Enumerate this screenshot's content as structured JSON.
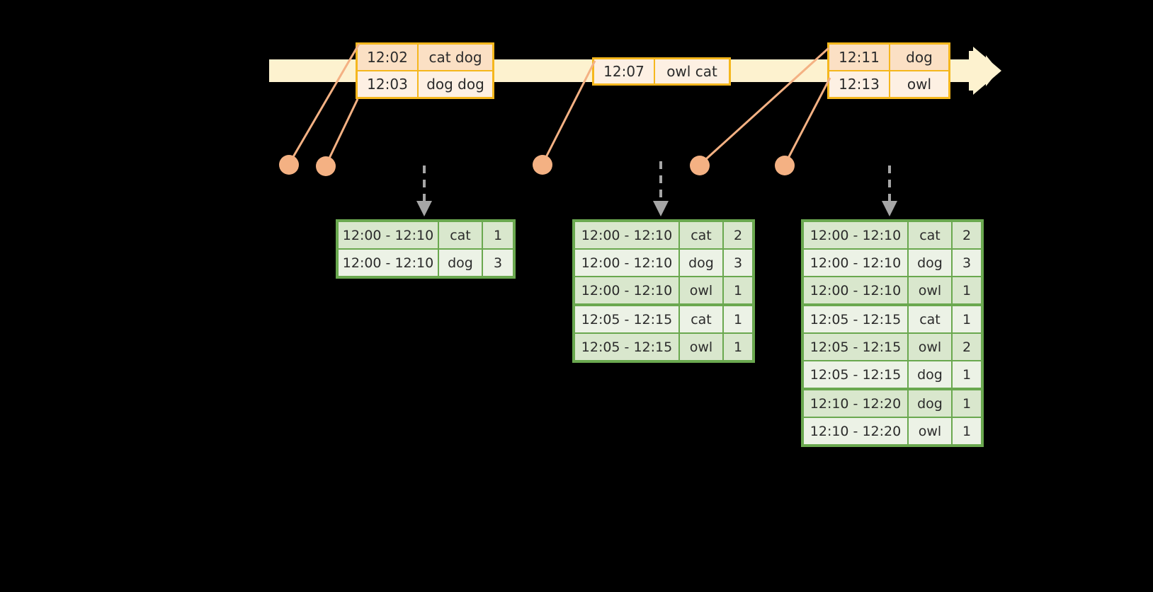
{
  "timeline": {
    "label": "event-stream-timeline",
    "bar_color": "#fdf2cf",
    "border_color": "#f5b71d",
    "arrow_icon": "right-arrow-icon"
  },
  "events": [
    {
      "name": "event-box-1",
      "rows": [
        {
          "time": "12:02",
          "words": "cat dog"
        },
        {
          "time": "12:03",
          "words": "dog dog"
        }
      ]
    },
    {
      "name": "event-box-2",
      "rows": [
        {
          "time": "12:07",
          "words": "owl cat"
        }
      ]
    },
    {
      "name": "event-box-3",
      "rows": [
        {
          "time": "12:11",
          "words": "dog"
        },
        {
          "time": "12:13",
          "words": "owl"
        }
      ]
    }
  ],
  "tables": [
    {
      "name": "result-table-1",
      "rows": [
        {
          "window": "12:00 - 12:10",
          "word": "cat",
          "count": "1"
        },
        {
          "window": "12:00 - 12:10",
          "word": "dog",
          "count": "3"
        }
      ]
    },
    {
      "name": "result-table-2",
      "rows": [
        {
          "window": "12:00 - 12:10",
          "word": "cat",
          "count": "2"
        },
        {
          "window": "12:00 - 12:10",
          "word": "dog",
          "count": "3"
        },
        {
          "window": "12:00 - 12:10",
          "word": "owl",
          "count": "1"
        },
        {
          "window": "12:05 - 12:15",
          "word": "cat",
          "count": "1"
        },
        {
          "window": "12:05 - 12:15",
          "word": "owl",
          "count": "1"
        }
      ]
    },
    {
      "name": "result-table-3",
      "rows": [
        {
          "window": "12:00 - 12:10",
          "word": "cat",
          "count": "2"
        },
        {
          "window": "12:00 - 12:10",
          "word": "dog",
          "count": "3"
        },
        {
          "window": "12:00 - 12:10",
          "word": "owl",
          "count": "1"
        },
        {
          "window": "12:05 - 12:15",
          "word": "cat",
          "count": "1"
        },
        {
          "window": "12:05 - 12:15",
          "word": "owl",
          "count": "2"
        },
        {
          "window": "12:05 - 12:15",
          "word": "dog",
          "count": "1"
        },
        {
          "window": "12:10 - 12:20",
          "word": "dog",
          "count": "1"
        },
        {
          "window": "12:10 - 12:20",
          "word": "owl",
          "count": "1"
        }
      ]
    }
  ],
  "colors": {
    "background": "#000000",
    "timeline_fill": "#fdf2cf",
    "event_border": "#f5b71d",
    "event_fill_dark": "#fbe0c4",
    "event_fill_light": "#fdf0e3",
    "connector": "#f4b183",
    "table_border": "#6aa84f",
    "table_fill_dark": "#d9e7cd",
    "table_fill_light": "#ecf2e6",
    "dashed_arrow": "#a6a6a6"
  }
}
